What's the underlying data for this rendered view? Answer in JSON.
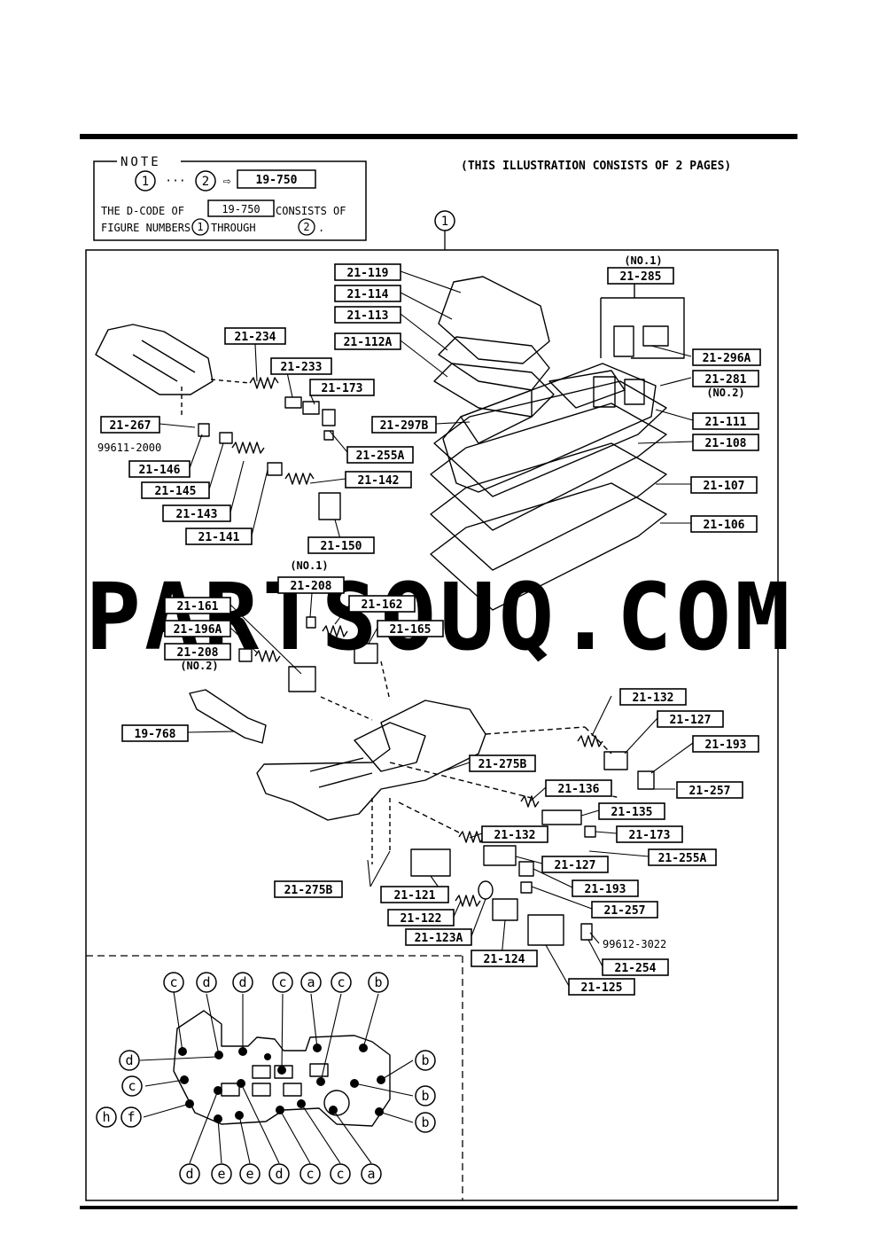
{
  "note": {
    "heading": "NOTE",
    "fig_start": "1",
    "ellipsis": "···",
    "fig_end": "2",
    "arrow": "⇨",
    "dcode": "19-750",
    "line2_prefix": "THE D-CODE OF",
    "line2_code": "19-750",
    "line2_suffix": "CONSISTS OF",
    "line3_prefix": "FIGURE NUMBERS",
    "line3_fig_a": "1",
    "line3_mid": "THROUGH",
    "line3_fig_b": "2",
    "line3_end": "."
  },
  "page_note": "(THIS ILLUSTRATION CONSISTS OF  2 PAGES)",
  "figure_number": "1",
  "watermark": "PARTSOUQ.COM",
  "annotations": {
    "no1_top": "(NO.1)",
    "no2_right": "(NO.2)",
    "no1_mid": "(NO.1)",
    "no2_mid": "(NO.2)",
    "part_99611": "99611-2000",
    "part_99612": "99612-3022"
  },
  "labels": [
    {
      "id": "l1",
      "text": "21-119"
    },
    {
      "id": "l2",
      "text": "21-114"
    },
    {
      "id": "l3",
      "text": "21-113"
    },
    {
      "id": "l4",
      "text": "21-112A"
    },
    {
      "id": "l5",
      "text": "21-285"
    },
    {
      "id": "l6",
      "text": "21-296A"
    },
    {
      "id": "l7",
      "text": "21-281"
    },
    {
      "id": "l8",
      "text": "21-111"
    },
    {
      "id": "l9",
      "text": "21-297B"
    },
    {
      "id": "l10",
      "text": "21-108"
    },
    {
      "id": "l11",
      "text": "21-107"
    },
    {
      "id": "l12",
      "text": "21-106"
    },
    {
      "id": "l13",
      "text": "21-234"
    },
    {
      "id": "l14",
      "text": "21-233"
    },
    {
      "id": "l15",
      "text": "21-173"
    },
    {
      "id": "l16",
      "text": "21-267"
    },
    {
      "id": "l17",
      "text": "21-255A"
    },
    {
      "id": "l18",
      "text": "21-146"
    },
    {
      "id": "l19",
      "text": "21-142"
    },
    {
      "id": "l20",
      "text": "21-145"
    },
    {
      "id": "l21",
      "text": "21-143"
    },
    {
      "id": "l22",
      "text": "21-141"
    },
    {
      "id": "l23",
      "text": "21-150"
    },
    {
      "id": "l24",
      "text": "21-208"
    },
    {
      "id": "l25",
      "text": "21-161"
    },
    {
      "id": "l26",
      "text": "21-162"
    },
    {
      "id": "l27",
      "text": "21-196A"
    },
    {
      "id": "l28",
      "text": "21-165"
    },
    {
      "id": "l29",
      "text": "21-208"
    },
    {
      "id": "l30",
      "text": "21-132"
    },
    {
      "id": "l31",
      "text": "21-127"
    },
    {
      "id": "l32",
      "text": "19-768"
    },
    {
      "id": "l33",
      "text": "21-193"
    },
    {
      "id": "l34",
      "text": "21-275B"
    },
    {
      "id": "l35",
      "text": "21-257"
    },
    {
      "id": "l36",
      "text": "21-136"
    },
    {
      "id": "l37",
      "text": "21-135"
    },
    {
      "id": "l38",
      "text": "21-132"
    },
    {
      "id": "l39",
      "text": "21-173"
    },
    {
      "id": "l40",
      "text": "21-255A"
    },
    {
      "id": "l41",
      "text": "21-127"
    },
    {
      "id": "l42",
      "text": "21-275B"
    },
    {
      "id": "l43",
      "text": "21-193"
    },
    {
      "id": "l44",
      "text": "21-121"
    },
    {
      "id": "l45",
      "text": "21-257"
    },
    {
      "id": "l46",
      "text": "21-122"
    },
    {
      "id": "l47",
      "text": "21-123A"
    },
    {
      "id": "l48",
      "text": "21-124"
    },
    {
      "id": "l49",
      "text": "21-254"
    },
    {
      "id": "l50",
      "text": "21-125"
    }
  ],
  "circles": [
    {
      "id": "c1",
      "text": "c"
    },
    {
      "id": "c2",
      "text": "d"
    },
    {
      "id": "c3",
      "text": "d"
    },
    {
      "id": "c4",
      "text": "c"
    },
    {
      "id": "c5",
      "text": "a"
    },
    {
      "id": "c6",
      "text": "c"
    },
    {
      "id": "c7",
      "text": "b"
    },
    {
      "id": "c8",
      "text": "d"
    },
    {
      "id": "c9",
      "text": "c"
    },
    {
      "id": "c10",
      "text": "h"
    },
    {
      "id": "c11",
      "text": "f"
    },
    {
      "id": "c12",
      "text": "b"
    },
    {
      "id": "c13",
      "text": "b"
    },
    {
      "id": "c14",
      "text": "b"
    },
    {
      "id": "c15",
      "text": "d"
    },
    {
      "id": "c16",
      "text": "e"
    },
    {
      "id": "c17",
      "text": "e"
    },
    {
      "id": "c18",
      "text": "d"
    },
    {
      "id": "c19",
      "text": "c"
    },
    {
      "id": "c20",
      "text": "c"
    },
    {
      "id": "c21",
      "text": "a"
    }
  ]
}
